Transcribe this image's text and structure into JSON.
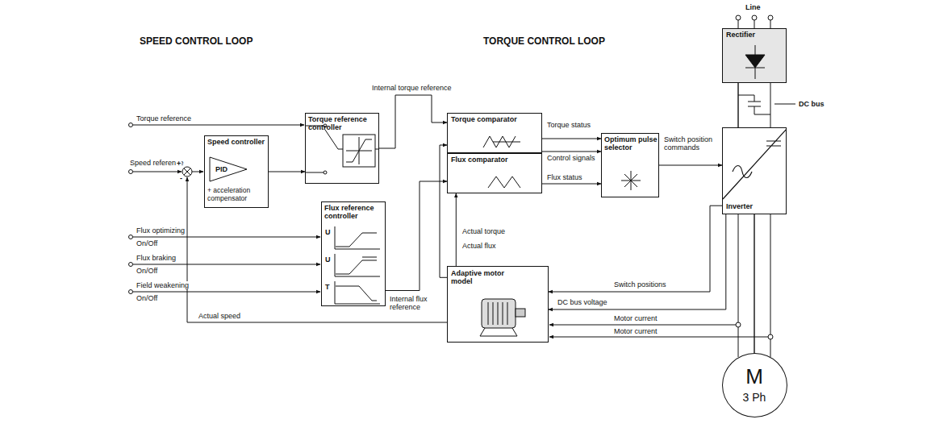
{
  "diagram": {
    "nodes": [
      {
        "text": [
          "Speed controller",
          "PID",
          "+ acceleration compensator"
        ]
      },
      {
        "text": [
          "Torque reference controller"
        ]
      },
      {
        "text": [
          "Flux reference controller",
          "U",
          "U",
          "T"
        ]
      },
      {
        "text": [
          "Torque comparator"
        ]
      },
      {
        "text": [
          "Flux comparator"
        ]
      },
      {
        "text": [
          "Optimum pulse selector"
        ]
      },
      {
        "text": [
          "Adaptive motor model"
        ]
      },
      {
        "text": [
          "Rectifier"
        ]
      },
      {
        "text": [
          "Inverter"
        ]
      },
      {
        "text": [
          "M",
          "3 Ph"
        ]
      }
    ],
    "edges": [
      {
        "from": 0,
        "to": 1,
        "arrow": "to"
      },
      {
        "from": 1,
        "to": 3,
        "label": "Internal torque reference",
        "arrow": "to"
      },
      {
        "from": 2,
        "to": 4,
        "label": "Internal flux reference",
        "arrow": "to"
      },
      {
        "from": 3,
        "to": 5,
        "label": "Torque status",
        "arrow": "to"
      },
      {
        "from": 3,
        "to": 5,
        "label": "Control signals",
        "arrow": "to"
      },
      {
        "from": 4,
        "to": 5,
        "label": "Flux status",
        "arrow": "to"
      },
      {
        "from": 5,
        "to": 8,
        "label": "Switch position commands",
        "arrow": "to"
      },
      {
        "from": 6,
        "to": 3,
        "label": "Actual torque",
        "arrow": "to"
      },
      {
        "from": 6,
        "to": 4,
        "label": "Actual flux",
        "arrow": "to"
      },
      {
        "from": 8,
        "to": 6,
        "label": "Switch positions",
        "arrow": "to"
      },
      {
        "from": 8,
        "to": 6,
        "label": "DC bus voltage",
        "arrow": "to"
      },
      {
        "from": 7,
        "to": 8,
        "arrow": "none"
      },
      {
        "from": 8,
        "to": 9,
        "arrow": "none"
      }
    ],
    "labels": [
      "SPEED CONTROL LOOP",
      "TORQUE CONTROL LOOP",
      "Line",
      "DC bus",
      "Torque reference",
      "Speed reference",
      "+",
      "-",
      "Flux optimizing",
      "On/Off",
      "Flux braking",
      "On/Off",
      "Field weakening",
      "On/Off",
      "Actual speed",
      "Motor current",
      "Motor current"
    ]
  }
}
